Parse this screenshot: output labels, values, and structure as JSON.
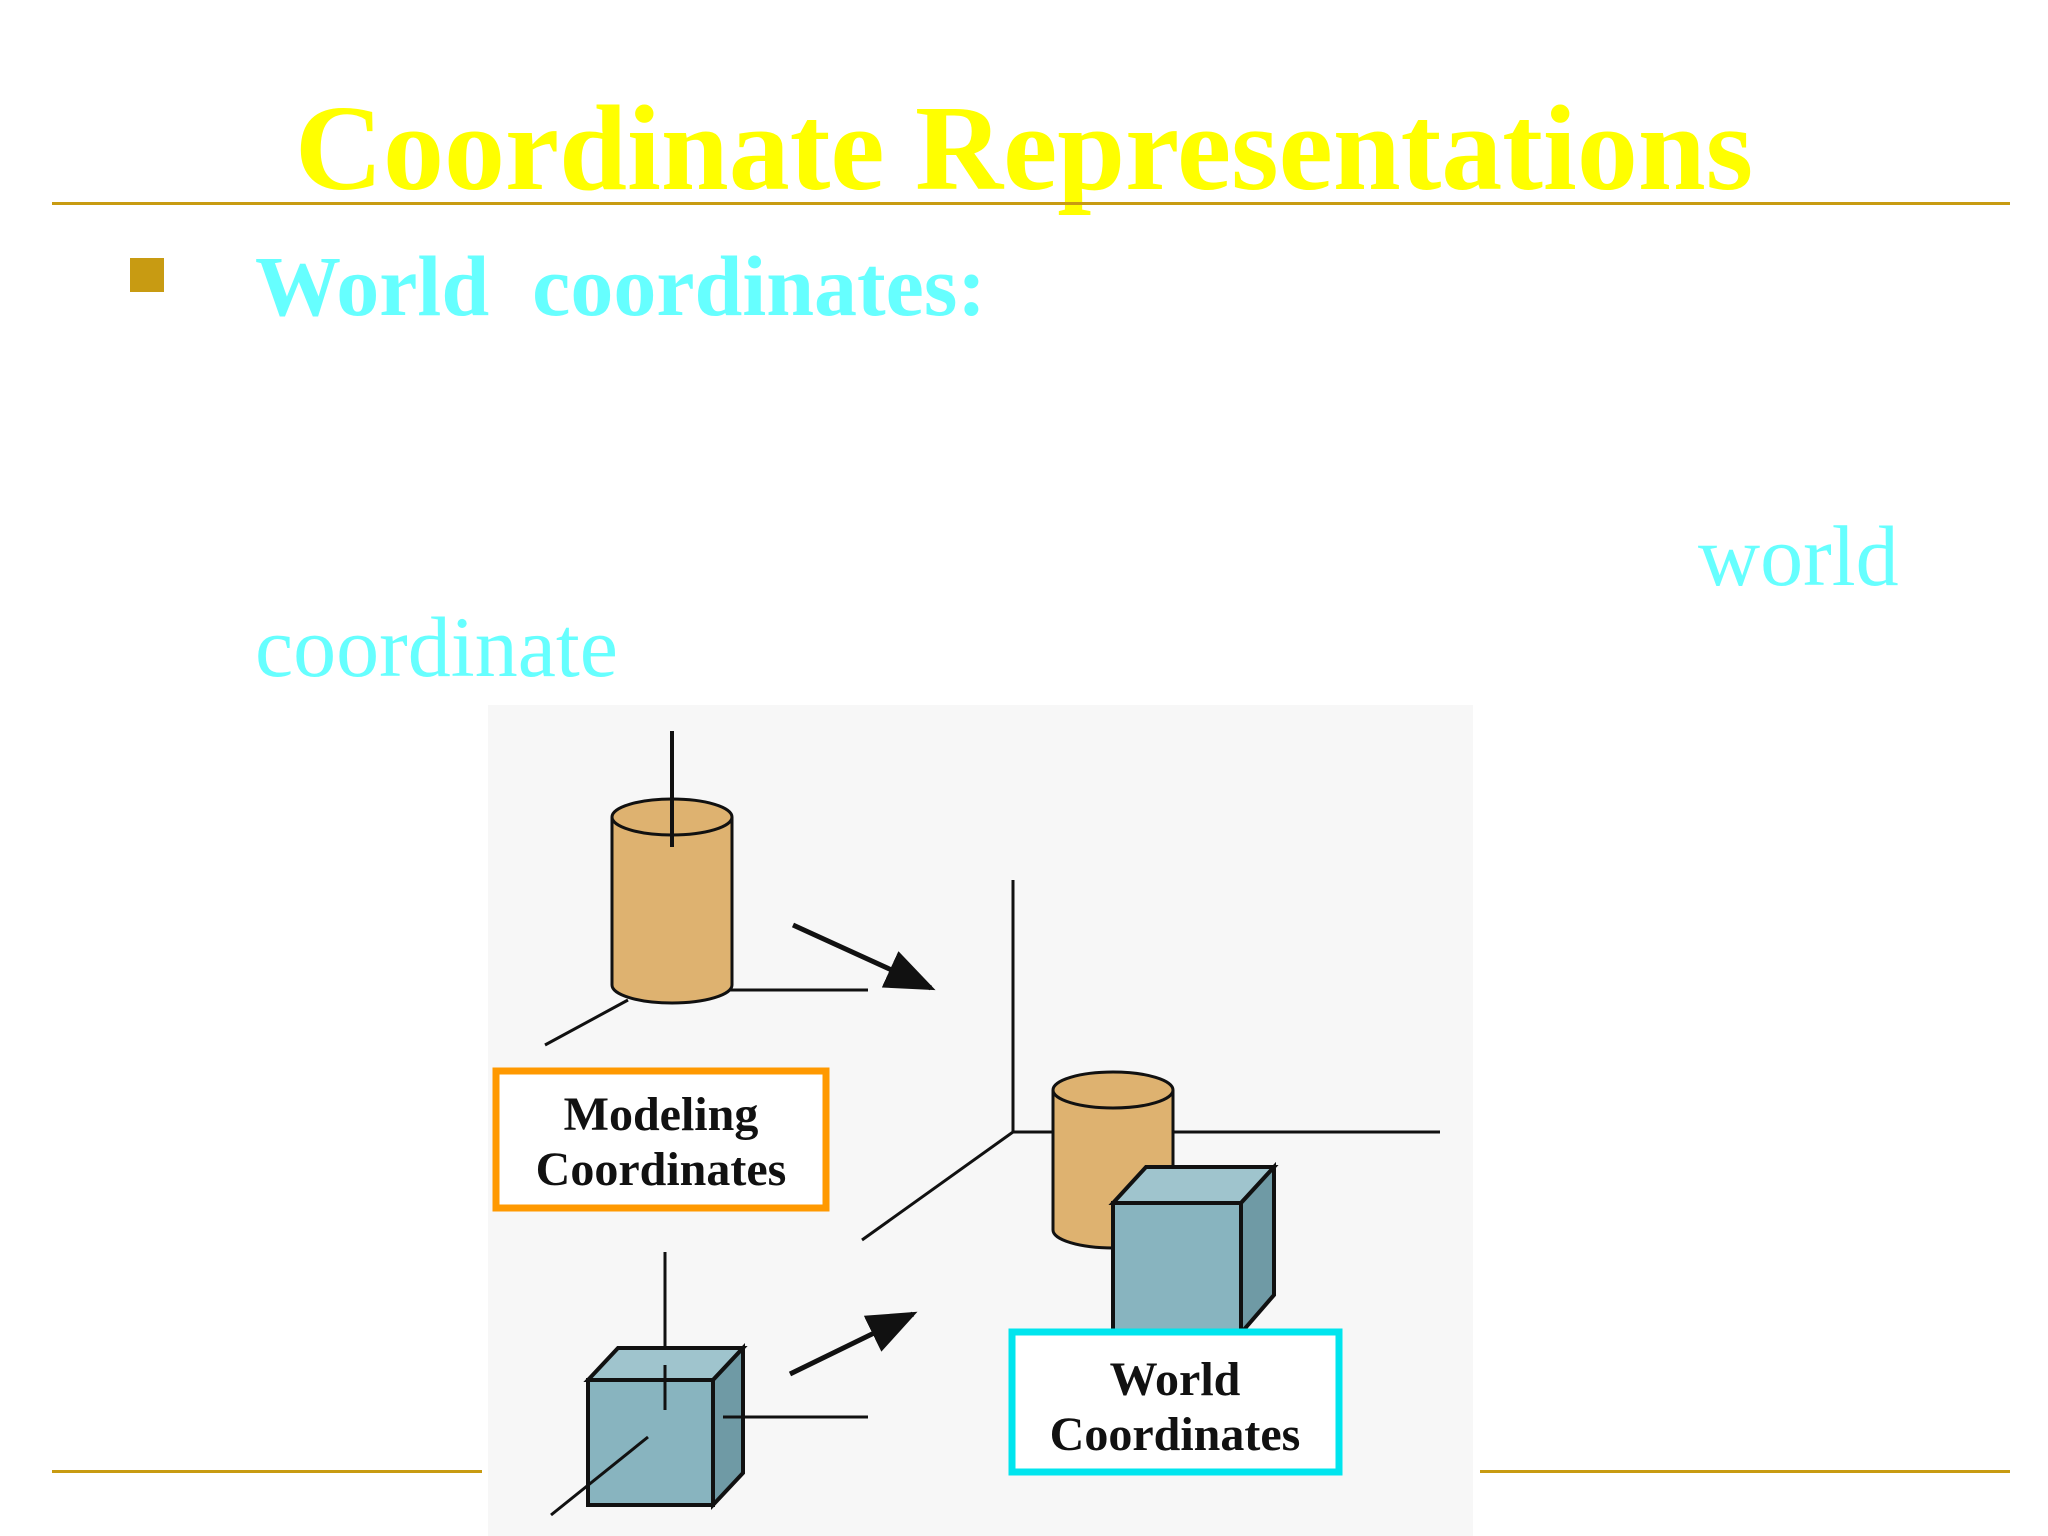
{
  "slide": {
    "title": "Coordinate Representations",
    "bullet": "World  coordinates:",
    "line_fragment_1": "world",
    "line_fragment_2": "coordinate"
  },
  "figure": {
    "modeling_label": [
      "Modeling",
      "Coordinates"
    ],
    "world_label": [
      "World",
      "Coordinates"
    ]
  },
  "colors": {
    "title": "#ffff00",
    "text": "#66ffff",
    "accent_rule": "#c89b12",
    "cylinder": "#deb270",
    "cube": "#88b4bf",
    "modeling_box": "#ff9900",
    "world_box": "#00e5ee"
  }
}
